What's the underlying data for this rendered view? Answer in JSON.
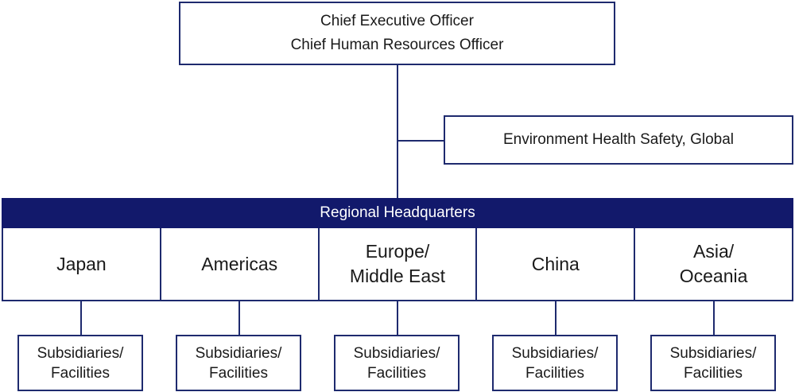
{
  "top_box": {
    "line1": "Chief Executive Officer",
    "line2": "Chief Human Resources Officer"
  },
  "ehs_box": {
    "label": "Environment Health Safety, Global"
  },
  "regional_hq": {
    "label": "Regional Headquarters"
  },
  "regions": [
    {
      "line1": "Japan",
      "line2": ""
    },
    {
      "line1": "Americas",
      "line2": ""
    },
    {
      "line1": "Europe/",
      "line2": "Middle East"
    },
    {
      "line1": "China",
      "line2": ""
    },
    {
      "line1": "Asia/",
      "line2": "Oceania"
    }
  ],
  "subsidiaries": [
    {
      "line1": "Subsidiaries/",
      "line2": "Facilities"
    },
    {
      "line1": "Subsidiaries/",
      "line2": "Facilities"
    },
    {
      "line1": "Subsidiaries/",
      "line2": "Facilities"
    },
    {
      "line1": "Subsidiaries/",
      "line2": "Facilities"
    },
    {
      "line1": "Subsidiaries/",
      "line2": "Facilities"
    }
  ],
  "colors": {
    "navy": "#12196b",
    "line": "#1e2a6e"
  }
}
